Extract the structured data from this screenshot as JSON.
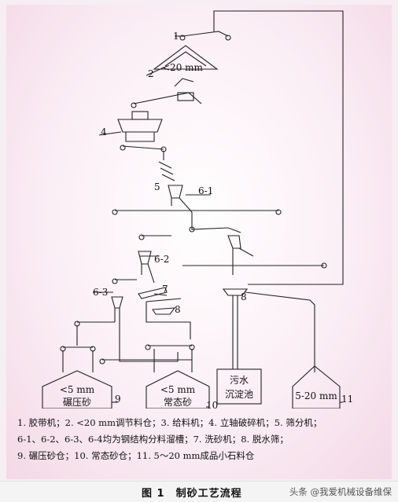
{
  "callouts": {
    "n1": "1",
    "n2": "2",
    "n2_text": "<20 mm",
    "n4": "4",
    "n5": "5",
    "n6_1": "6-1",
    "n6_2": "6-2",
    "n6_3": "6-3",
    "n7": "7",
    "n8a": "8",
    "n8b": "8",
    "n9": "9",
    "n10": "10",
    "n11": "11"
  },
  "silos": {
    "crushed": {
      "line1": "<5 mm",
      "line2": "碾压砂"
    },
    "normal": {
      "line1": "<5 mm",
      "line2": "常态砂"
    },
    "pond": {
      "line1": "污水",
      "line2": "沉淀池"
    },
    "stone": {
      "line1": "5-20 mm"
    }
  },
  "legend": {
    "line1": "1. 胶带机；2. <20 mm调节料仓；3. 给料机；4. 立轴破碎机；5. 筛分机；",
    "line2": "6-1、6-2、6-3、6-4均为钢结构分料溜槽；7. 洗砂机；8. 脱水筛；",
    "line3": "9. 碾压砂仓；10. 常态砂仓；11. 5～20 mm成品小石料仓"
  },
  "caption": "图 1　制砂工艺流程",
  "watermark": "头条 @我爱机械设备维保",
  "colors": {
    "background": "#fbeef5",
    "line": "#222222",
    "callout_blue": "#1a8fb0"
  }
}
